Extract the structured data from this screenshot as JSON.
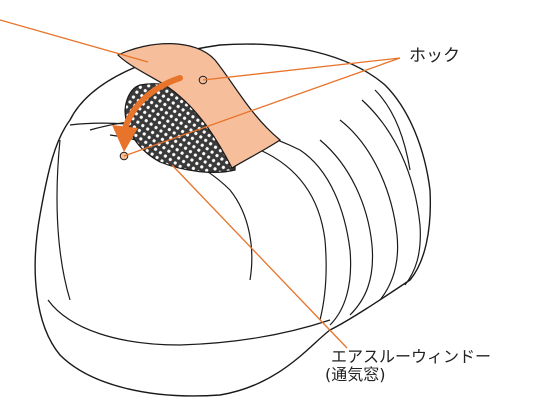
{
  "labels": {
    "hook": "ホック",
    "air_window": "エアスルーウィンドー",
    "air_window_note": "(通気窓)"
  },
  "colors": {
    "leader_line": "#E8732A",
    "flap_fill": "#F7BE9B",
    "arrow": "#E8732A",
    "outline": "#1a1a1a"
  }
}
